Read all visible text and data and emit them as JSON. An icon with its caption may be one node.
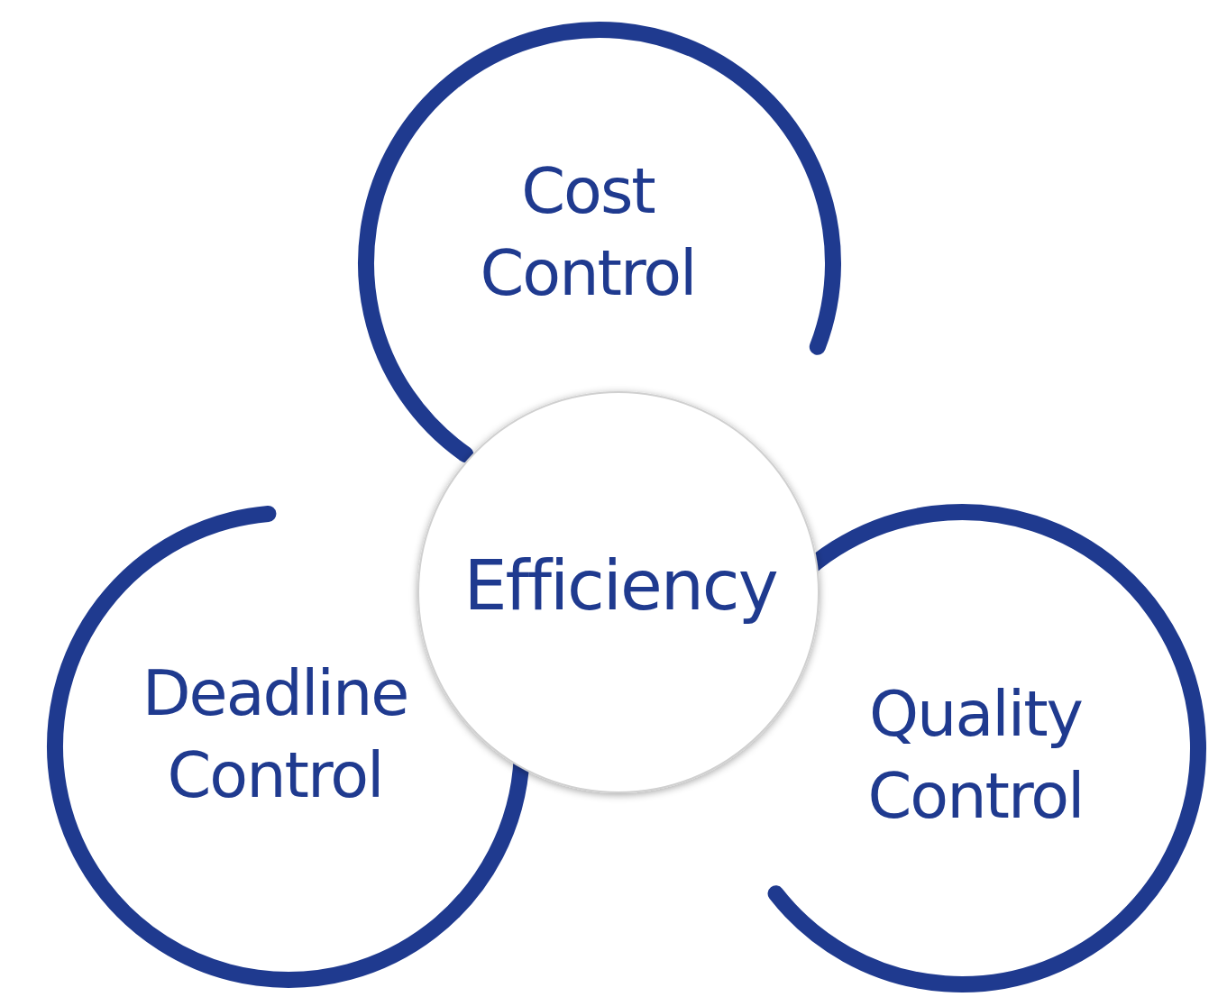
{
  "diagram": {
    "nodes": [
      {
        "text": [
          "Cost Control"
        ]
      },
      {
        "text": [
          "Efficiency"
        ]
      },
      {
        "text": [
          "Deadline Control"
        ]
      },
      {
        "text": [
          "Quality Control"
        ]
      }
    ]
  }
}
